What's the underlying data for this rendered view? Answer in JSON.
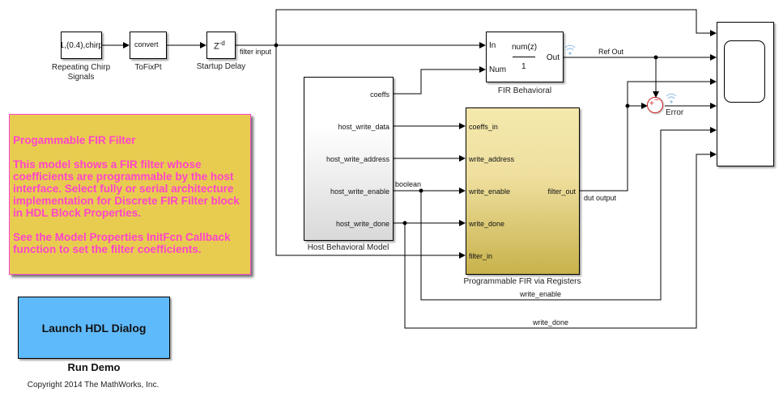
{
  "blocks": {
    "chirp": {
      "content": "1,(0.4),chirp",
      "caption_line1": "Repeating Chirp",
      "caption_line2": "Signals"
    },
    "tofixpt": {
      "content": "convert",
      "caption": "ToFixPt"
    },
    "delay": {
      "content_base": "Z",
      "content_exp": "-d",
      "caption": "Startup Delay"
    },
    "fir_behavioral": {
      "in_port": "In",
      "num_port": "Num",
      "out_port": "Out",
      "numerator": "num(z)",
      "denominator": "1",
      "caption": "FIR Behavioral"
    },
    "host_model": {
      "caption": "Host Behavioral Model",
      "out_ports": [
        "coeffs",
        "host_write_data",
        "host_write_address",
        "host_write_enable",
        "host_write_done"
      ]
    },
    "dut": {
      "caption": "Programmable FIR via Registers",
      "in_ports": [
        "coeffs_in",
        "write_address",
        "write_enable",
        "write_done",
        "filter_in"
      ],
      "out_port": "filter_out"
    },
    "sum": {
      "plus": "+",
      "minus": "−",
      "caption": "Error"
    },
    "scope": {
      "caption": ""
    }
  },
  "signals": {
    "filter_input": "filter input",
    "ref_out": "Ref Out",
    "boolean": "boolean",
    "dut_output": "dut output",
    "write_enable": "write_enable",
    "write_done": "write_done"
  },
  "note": {
    "title": "Progammable FIR Filter",
    "paragraph1": "This model shows a FIR filter whose coefficients are programmable by the host interface. Select fully or serial architecture implementation for Discrete FIR Filter block in HDL Block Properties.",
    "paragraph2": "See the Model Properties InitFcn Callback function to set the filter coefficients."
  },
  "launch_button": {
    "label": "Launch HDL Dialog",
    "caption": "Run Demo"
  },
  "copyright": "Copyright 2014 The MathWorks, Inc.",
  "colors": {
    "note_bg": "#e8cc50",
    "note_text": "#ff44cc",
    "launch_bg": "#5fbafc",
    "sum_border": "#cc2222",
    "signal_logging": "#7fb3e0"
  }
}
